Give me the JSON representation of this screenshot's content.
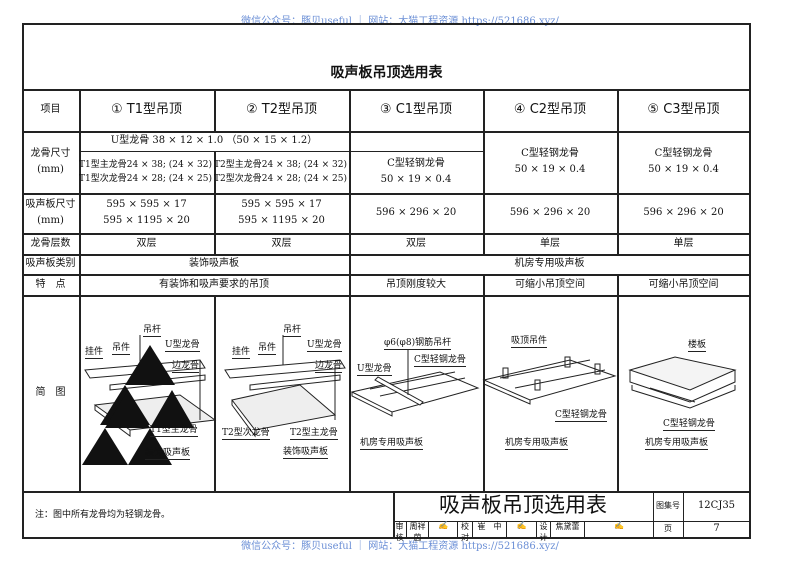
{
  "watermark": "微信公众号：豚贝useful ｜ 网站：大猫工程资源 https://521686.xyz/",
  "title": "吸声板吊顶选用表",
  "header": {
    "item": "项目",
    "cols": [
      "① T1型吊顶",
      "② T2型吊顶",
      "③ C1型吊顶",
      "④ C2型吊顶",
      "⑤ C3型吊顶"
    ]
  },
  "rows": {
    "keel_size": {
      "label": "龙骨尺寸",
      "unit": "(mm)",
      "u_keel": "U型龙骨 38 × 12 × 1.0 （50 × 15 × 1.2）",
      "t1_main": "T1型主龙骨24 × 38; (24 × 32)",
      "t1_sub": "T1型次龙骨24 × 28; (24 × 25)",
      "t2_main": "T2型主龙骨24 × 38; (24 × 32)",
      "t2_sub": "T2型次龙骨24 × 28; (24 × 25)",
      "c_name": "C型轻钢龙骨",
      "c_size": "50 × 19 × 0.4"
    },
    "board_size": {
      "label": "吸声板尺寸",
      "unit": "(mm)",
      "t_a": "595 × 595 × 17",
      "t_b": "595 × 1195 × 20",
      "c": "596 × 296 × 20"
    },
    "layers": {
      "label": "龙骨层数",
      "double": "双层",
      "single": "单层"
    },
    "board_type": {
      "label": "吸声板类别",
      "t": "装饰吸声板",
      "c": "机房专用吸声板"
    },
    "feature": {
      "label": "特　点",
      "t": "有装饰和吸声要求的吊顶",
      "c1": "吊顶刚度较大",
      "c2": "可缩小吊顶空间",
      "c3": "可缩小吊顶空间"
    },
    "diagram": {
      "label": "简　图"
    }
  },
  "diagrams": {
    "t1": [
      "吊杆",
      "挂件",
      "吊件",
      "U型龙骨",
      "边龙骨",
      "T1型主龙骨",
      "装饰吸声板"
    ],
    "t2": [
      "吊杆",
      "挂件",
      "吊件",
      "U型龙骨",
      "边龙骨",
      "T2型次龙骨",
      "T2型主龙骨",
      "装饰吸声板"
    ],
    "c1": [
      "φ6(φ8)钢筋吊杆",
      "C型轻钢龙骨",
      "U型龙骨",
      "机房专用吸声板"
    ],
    "c2": [
      "吸顶吊件",
      "C型轻钢龙骨",
      "机房专用吸声板"
    ],
    "c3": [
      "楼板",
      "C型轻钢龙骨",
      "机房专用吸声板"
    ]
  },
  "footer": {
    "note": "注：图中所有龙骨均为轻钢龙骨。",
    "title": "吸声板吊顶选用表",
    "atlas_label": "图集号",
    "atlas_no": "12CJ35",
    "review": "审核",
    "reviewer": "周祥茵",
    "check": "校对",
    "checker": "崔　中",
    "design": "设计",
    "designer": "焦黛蕾",
    "page_label": "页",
    "page_no": "7"
  },
  "colors": {
    "watermark": "#6b8fd6",
    "line": "#222222"
  }
}
